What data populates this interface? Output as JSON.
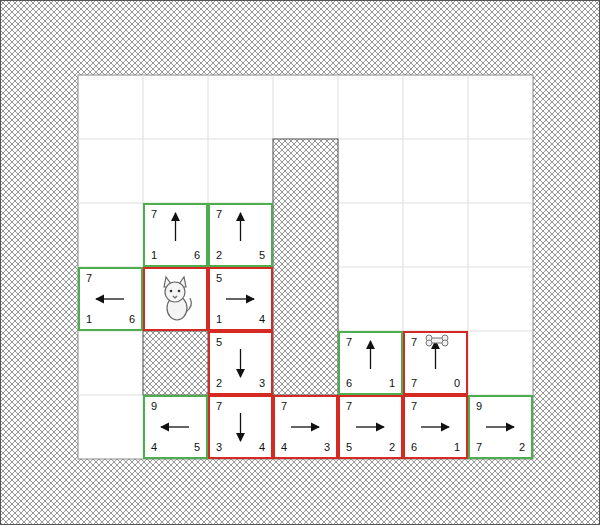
{
  "diagram": {
    "nodes": [
      {
        "text": [
          "7",
          "1",
          "6"
        ]
      },
      {
        "text": [
          "7",
          "2",
          "5"
        ]
      },
      {
        "text": [
          "7",
          "1",
          "6"
        ]
      },
      {
        "text": [
          "5",
          "1",
          "4"
        ]
      },
      {
        "text": [
          "5",
          "2",
          "3"
        ]
      },
      {
        "text": [
          "7",
          "6",
          "1"
        ]
      },
      {
        "text": [
          "7",
          "7",
          "0"
        ]
      },
      {
        "text": [
          "9",
          "4",
          "5"
        ]
      },
      {
        "text": [
          "7",
          "3",
          "4"
        ]
      },
      {
        "text": [
          "7",
          "4",
          "3"
        ]
      },
      {
        "text": [
          "7",
          "5",
          "2"
        ]
      },
      {
        "text": [
          "7",
          "6",
          "1"
        ]
      },
      {
        "text": [
          "9",
          "7",
          "2"
        ]
      }
    ]
  }
}
